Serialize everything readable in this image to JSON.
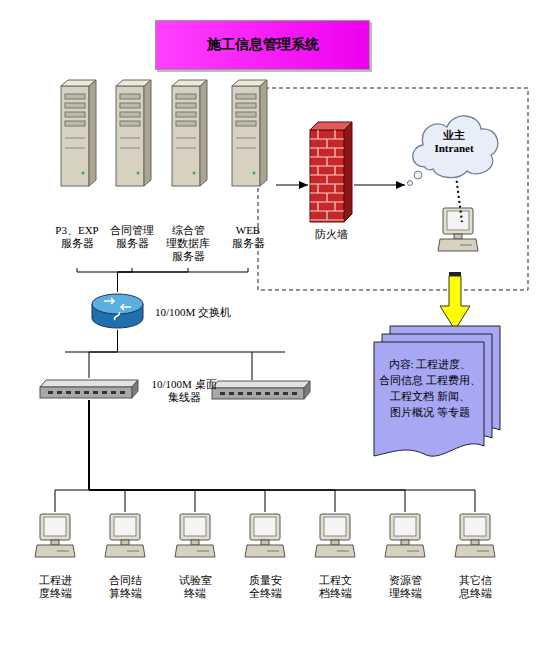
{
  "diagram": {
    "title": "施工信息管理系统",
    "nodes": [
      {
        "text": [
          "P3、EXP 服务器"
        ]
      },
      {
        "text": [
          "合同管理 服务器"
        ]
      },
      {
        "text": [
          "综合管 理数据库 服务器"
        ]
      },
      {
        "text": [
          "WEB 服务器"
        ]
      },
      {
        "text": [
          "防火墙"
        ]
      },
      {
        "text": [
          "业主 Intranet"
        ]
      },
      {
        "text": [
          "内容: 工程进度、合同信息 工程费用、工程文档 新闻、图片概况 等专题"
        ]
      },
      {
        "text": [
          "10/100M 交换机"
        ]
      },
      {
        "text": [
          "10/100M 桌面 集线器"
        ]
      },
      {
        "text": [
          "工程进 度终端"
        ]
      },
      {
        "text": [
          "合同结 算终端"
        ]
      },
      {
        "text": [
          "试验室 终端"
        ]
      },
      {
        "text": [
          "质量安 全终端"
        ]
      },
      {
        "text": [
          "工程文 档终端"
        ]
      },
      {
        "text": [
          "资源管 理终端"
        ]
      },
      {
        "text": [
          "其它信 息终端"
        ]
      }
    ],
    "edges": [
      {
        "from": 0,
        "to": 7,
        "arrow": "none"
      },
      {
        "from": 1,
        "to": 7,
        "arrow": "none"
      },
      {
        "from": 2,
        "to": 7,
        "arrow": "none"
      },
      {
        "from": 3,
        "to": 7,
        "arrow": "none"
      },
      {
        "from": 3,
        "to": 4,
        "arrow": "to"
      },
      {
        "from": 4,
        "to": 5,
        "arrow": "to"
      },
      {
        "from": 7,
        "to": 8,
        "arrow": "none"
      },
      {
        "from": 8,
        "to": 9,
        "arrow": "none"
      },
      {
        "from": 8,
        "to": 10,
        "arrow": "none"
      },
      {
        "from": 8,
        "to": 11,
        "arrow": "none"
      },
      {
        "from": 8,
        "to": 12,
        "arrow": "none"
      },
      {
        "from": 8,
        "to": 13,
        "arrow": "none"
      },
      {
        "from": 8,
        "to": 14,
        "arrow": "none"
      },
      {
        "from": 8,
        "to": 15,
        "arrow": "none"
      }
    ]
  }
}
